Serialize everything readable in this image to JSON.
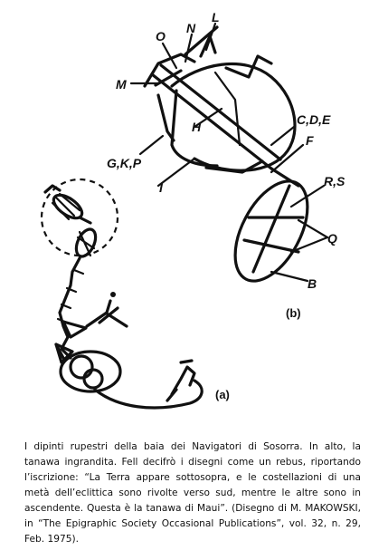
{
  "figure": {
    "labels": {
      "O": "O",
      "N": "N",
      "L": "L",
      "M": "M",
      "H": "H",
      "CDE": "C,D,E",
      "F": "F",
      "GKP": "G,K,P",
      "I": "I",
      "RS": "R,S",
      "Q": "Q",
      "B": "B",
      "panel_b": "(b)",
      "panel_a": "(a)"
    }
  },
  "caption": {
    "text": "I dipinti rupestri della baia dei Navigatori di Sosorra. In alto, la tanawa ingrandita. Fell decifrò i disegni come un rebus, riportando l’iscrizione: “La Terra appare sottosopra, e le costellazioni di una metà dell’eclittica sono rivolte verso sud, mentre le altre sono in ascendente. Questa è la tanawa di Maui”. (Disegno di M. MAKOWSKI, in “The Epigraphic Society Occasional Publications”, vol. 32, n. 29, Feb. 1975)."
  }
}
